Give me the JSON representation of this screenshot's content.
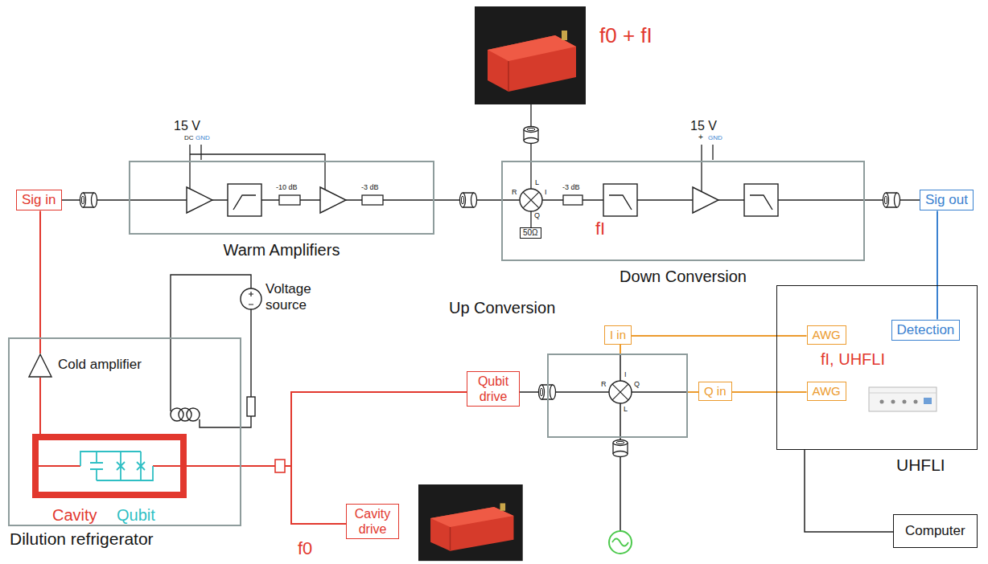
{
  "diagram": {
    "nodes": [
      {
        "text": [
          "Sig in"
        ]
      },
      {
        "text": [
          "Warm Amplifiers"
        ]
      },
      {
        "text": [
          "Down Conversion"
        ]
      },
      {
        "text": [
          "50Ω"
        ],
        "in": 2
      },
      {
        "text": [
          "Sig out"
        ]
      },
      {
        "text": [
          "Dilution refrigerator"
        ]
      },
      {
        "text": [
          "Cold amplifier"
        ],
        "in": 5
      },
      {
        "text": [
          "Cavity",
          "Qubit"
        ],
        "in": 5
      },
      {
        "text": [
          "Up Conversion"
        ]
      },
      {
        "text": [
          "I in"
        ]
      },
      {
        "text": [
          "Q in"
        ]
      },
      {
        "text": [
          "Qubit drive"
        ]
      },
      {
        "text": [
          "Cavity drive"
        ]
      },
      {
        "text": [
          "UHFLI"
        ]
      },
      {
        "text": [
          "Detection"
        ],
        "in": 13
      },
      {
        "text": [
          "AWG"
        ],
        "in": 13
      },
      {
        "text": [
          "AWG"
        ],
        "in": 13
      },
      {
        "text": [
          "Computer"
        ]
      }
    ],
    "edges": [
      {
        "from": 7,
        "to": 6,
        "arrow": "none"
      },
      {
        "from": 6,
        "to": 0,
        "arrow": "none"
      },
      {
        "from": 0,
        "to": 1,
        "arrow": "none"
      },
      {
        "from": 1,
        "to": 2,
        "arrow": "none"
      },
      {
        "from": 2,
        "to": 4,
        "arrow": "none"
      },
      {
        "from": 4,
        "to": 14,
        "arrow": "none"
      },
      {
        "from": 15,
        "to": 9,
        "arrow": "none"
      },
      {
        "from": 16,
        "to": 10,
        "arrow": "none"
      },
      {
        "from": 9,
        "to": 8,
        "arrow": "none"
      },
      {
        "from": 10,
        "to": 8,
        "arrow": "none"
      },
      {
        "from": 8,
        "to": 11,
        "arrow": "none"
      },
      {
        "from": 11,
        "to": 7,
        "arrow": "none"
      },
      {
        "from": 12,
        "to": 7,
        "arrow": "none"
      },
      {
        "from": 13,
        "to": 17,
        "arrow": "none"
      }
    ],
    "labels": [
      "15 V",
      "DC",
      "GND",
      "-10 dB",
      "-3 dB",
      "f0 + fI",
      "15 V",
      "+",
      "GND",
      "-3 dB",
      "fI",
      "L",
      "R",
      "I",
      "Q",
      "Voltage source",
      "I",
      "R",
      "Q",
      "L",
      "f0",
      "fI, UHFLI"
    ]
  }
}
